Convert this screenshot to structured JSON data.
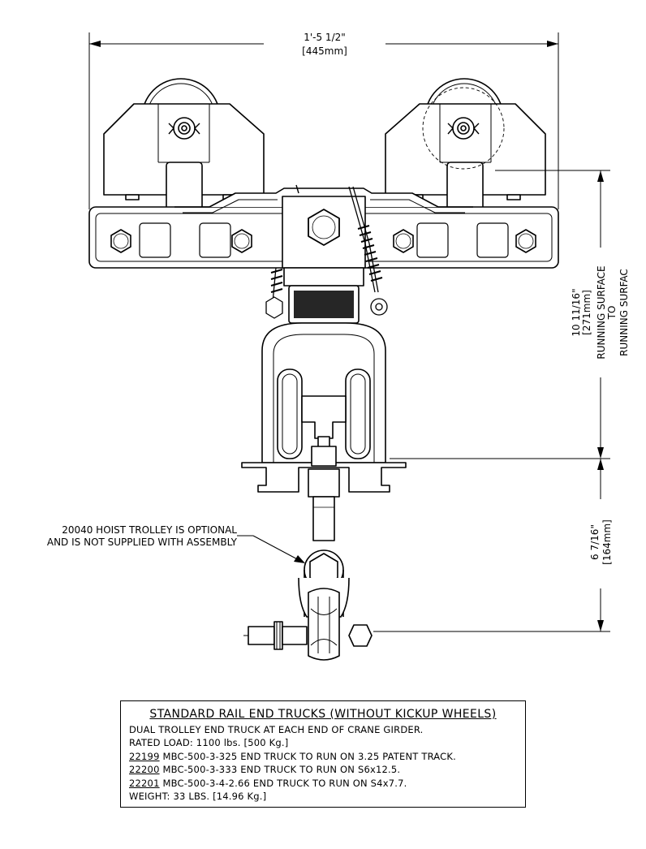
{
  "dimensions": {
    "overall_width": "1'-5 1/2\"",
    "overall_width_metric": "[445mm]",
    "height_upper": "10 11/16\"",
    "height_upper_metric": "[271mm]",
    "height_upper_ref_1": "RUNNING SURFACE",
    "height_upper_ref_2": "TO",
    "height_upper_ref_3": "RUNNING SURFAC",
    "height_lower": "6 7/16\"",
    "height_lower_metric": "[164mm]"
  },
  "callout": {
    "line1": "20040 HOIST TROLLEY IS OPTIONAL",
    "line2": "AND IS NOT SUPPLIED WITH ASSEMBLY"
  },
  "spec": {
    "title": "STANDARD RAIL END TRUCKS (WITHOUT KICKUP WHEELS)",
    "description": "DUAL TROLLEY END TRUCK AT EACH END OF CRANE GIRDER.",
    "rated_load": "RATED LOAD: 1100 lbs. [500 Kg.]",
    "parts": [
      {
        "number": "22199",
        "text": " MBC-500-3-325 END TRUCK TO RUN ON 3.25 PATENT TRACK."
      },
      {
        "number": "22200",
        "text": " MBC-500-3-333 END TRUCK TO RUN ON S6x12.5."
      },
      {
        "number": "22201",
        "text": " MBC-500-3-4-2.66 END TRUCK TO RUN ON S4x7.7."
      }
    ],
    "weight": "WEIGHT: 33 LBS. [14.96 Kg.]"
  }
}
